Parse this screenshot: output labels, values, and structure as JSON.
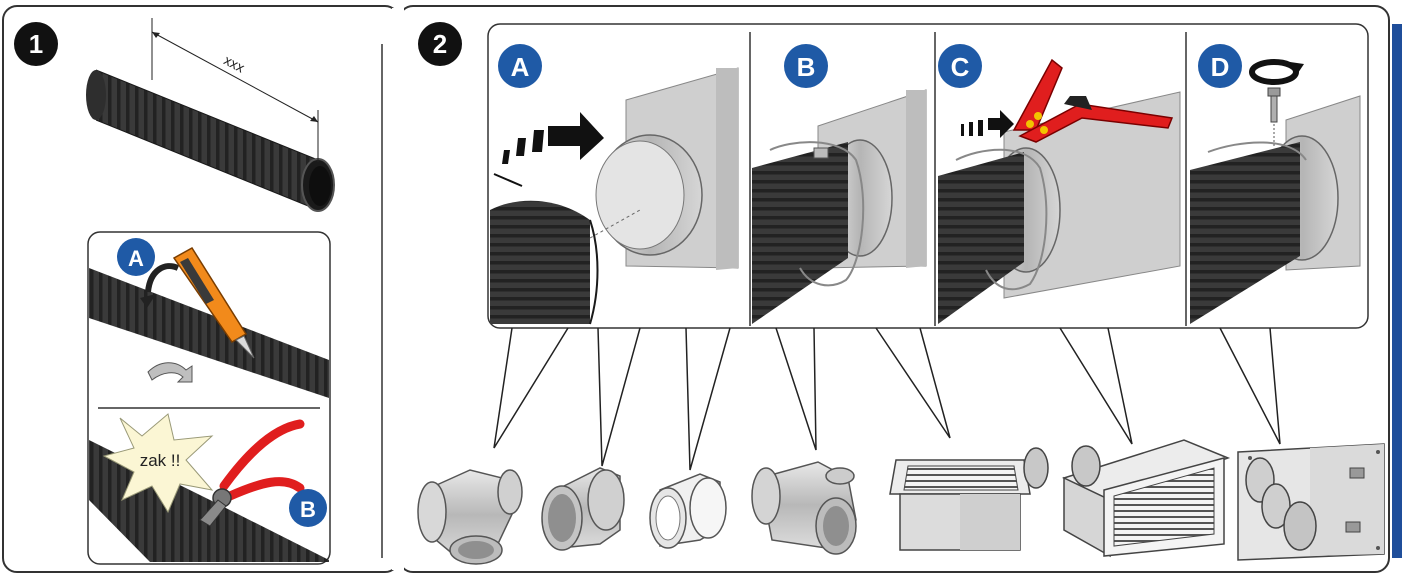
{
  "colors": {
    "step_badge": "#111111",
    "letter_badge": "#1f5aa6",
    "hose": "#3a3a3a",
    "hose_rib": "#262626",
    "box": "#cfcfcf",
    "box_side": "#bdbdbd",
    "metal": "#c8c8c8",
    "tool_red": "#e01e1e",
    "cutter_orange": "#f28a1b",
    "side_bar": "#1f4e9a"
  },
  "steps": {
    "step1": {
      "number": "1"
    },
    "step2": {
      "number": "2"
    }
  },
  "step1": {
    "dimension_label": "xxx",
    "inset": {
      "cut_badge": "A",
      "snip_badge": "B",
      "snip_sound": "zak !!"
    }
  },
  "step2": {
    "panels": [
      {
        "badge": "A"
      },
      {
        "badge": "B"
      },
      {
        "badge": "C"
      },
      {
        "badge": "D"
      }
    ],
    "fittings": [
      {
        "icon": "y-branch-fitting"
      },
      {
        "icon": "reducer-fitting"
      },
      {
        "icon": "coupling-ring"
      },
      {
        "icon": "tee-fitting"
      },
      {
        "icon": "ceiling-grille-plenum"
      },
      {
        "icon": "wall-grille-plenum"
      },
      {
        "icon": "ventilation-unit"
      }
    ]
  }
}
